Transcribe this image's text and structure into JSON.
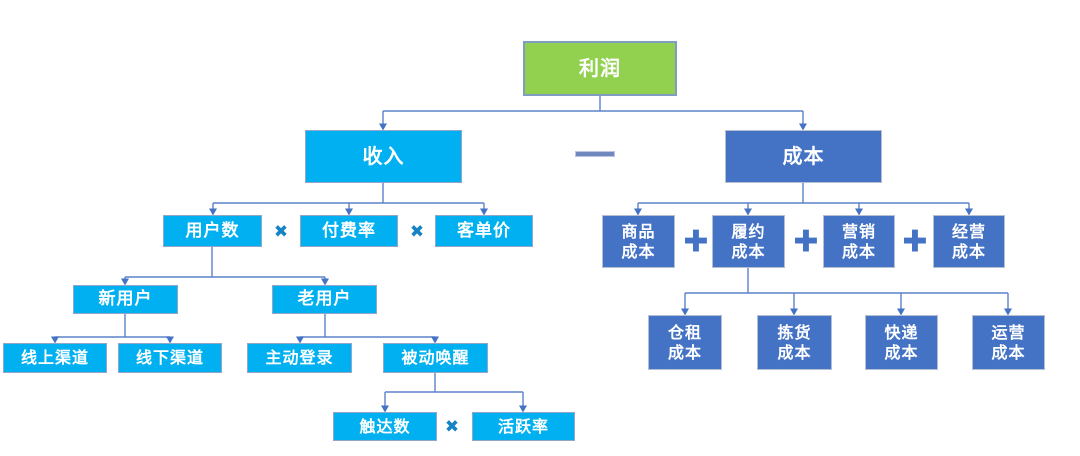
{
  "nodes": {
    "profit": "利润",
    "revenue": "收入",
    "cost": "成本",
    "user_count": "用户数",
    "pay_rate": "付费率",
    "avg_order_value": "客单价",
    "new_users": "新用户",
    "old_users": "老用户",
    "online_channel": "线上渠道",
    "offline_channel": "线下渠道",
    "active_login": "主动登录",
    "passive_wake": "被动唤醒",
    "reach_count": "触达数",
    "active_rate": "活跃率",
    "goods_cost": [
      "商品",
      "成本"
    ],
    "fulfillment_cost": [
      "履约",
      "成本"
    ],
    "marketing_cost": [
      "营销",
      "成本"
    ],
    "operating_cost": [
      "经营",
      "成本"
    ],
    "warehouse_rent_cost": [
      "仓租",
      "成本"
    ],
    "picking_cost": [
      "拣货",
      "成本"
    ],
    "express_cost": [
      "快递",
      "成本"
    ],
    "operations_cost": [
      "运营",
      "成本"
    ]
  },
  "operators": {
    "minus": "—",
    "multiply": "✖",
    "plus": "✚"
  },
  "colors": {
    "profit_fill": "#92D050",
    "revenue_fill": "#00B0F0",
    "cost_fill": "#4472C4",
    "multiply_symbol": "#1583C5",
    "plus_symbol": "#4472C4",
    "minus_bar": "#7187BD",
    "connector_line": "#5b83ca",
    "node_text": "#FFFFFF"
  }
}
